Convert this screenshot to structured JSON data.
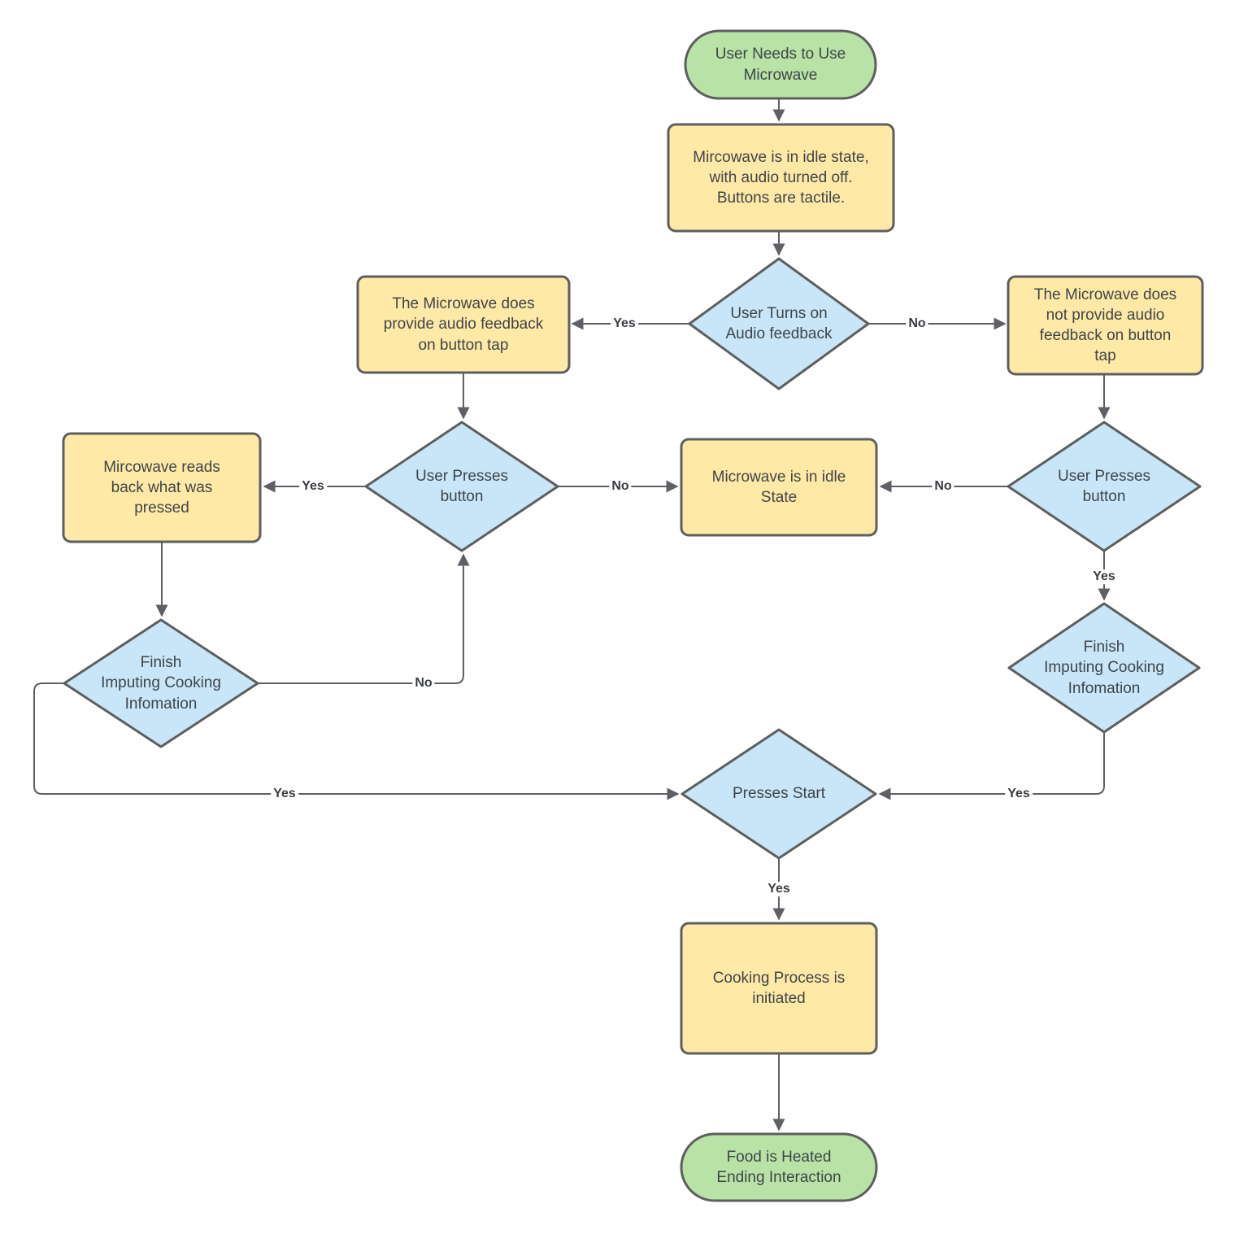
{
  "diagram": {
    "colors": {
      "terminal_fill": "#b9e2a6",
      "process_fill": "#ffe9a7",
      "decision_fill": "#c8e6f8",
      "stroke": "#5e5e5e",
      "line": "#5e6066",
      "text": "#3f4549"
    },
    "nodes": {
      "start": {
        "label": "User Needs to Use\nMicrowave"
      },
      "idle_state": {
        "label": "Mircowave is in idle state,\nwith audio turned off.\nButtons are tactile."
      },
      "audio_decision": {
        "label": "User Turns on\nAudio feedback"
      },
      "audio_yes_box": {
        "label": "The Microwave does\nprovide audio feedback\non button tap"
      },
      "audio_no_box": {
        "label": "The Microwave does\nnot provide audio\nfeedback on button\ntap"
      },
      "press_left": {
        "label": "User Presses\nbutton"
      },
      "idle_state2": {
        "label": "Microwave is in idle\nState"
      },
      "press_right": {
        "label": "User Presses\nbutton"
      },
      "reads_back": {
        "label": "Mircowave reads\nback what was\npressed"
      },
      "finish_left": {
        "label": "Finish\nImputing Cooking\nInfomation"
      },
      "finish_right": {
        "label": "Finish\nImputing Cooking\nInfomation"
      },
      "presses_start": {
        "label": "Presses Start"
      },
      "cooking": {
        "label": "Cooking Process is\ninitiated"
      },
      "end": {
        "label": "Food is Heated\nEnding Interaction"
      }
    },
    "edge_labels": {
      "audio_yes": "Yes",
      "audio_no": "No",
      "press_left_yes": "Yes",
      "press_left_no": "No",
      "press_right_no": "No",
      "press_right_yes": "Yes",
      "finish_left_no": "No",
      "finish_left_yes": "Yes",
      "finish_right_yes": "Yes",
      "presses_start_yes": "Yes"
    }
  }
}
